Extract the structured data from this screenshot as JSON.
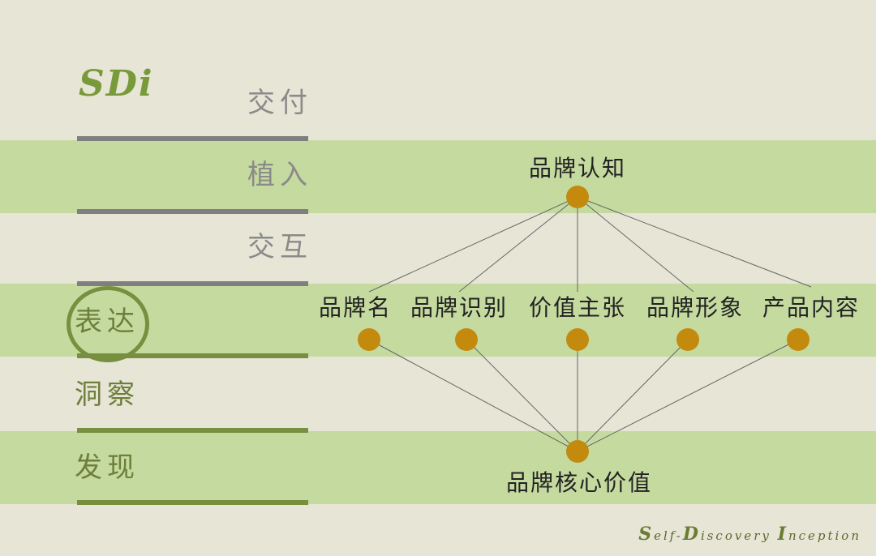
{
  "logo": "SDi",
  "stages": [
    "交付",
    "植入",
    "交互",
    "表达",
    "洞察",
    "发现"
  ],
  "top_node": "品牌认知",
  "middle_nodes": [
    "品牌名",
    "品牌识别",
    "价值主张",
    "品牌形象",
    "产品内容"
  ],
  "bottom_node": "品牌核心价值",
  "footer": {
    "s_cap": "S",
    "s_rest": "elf-",
    "d_cap": "D",
    "d_rest": "iscovery ",
    "i_cap": "I",
    "i_rest": "nception"
  },
  "colors": {
    "background": "#e7e5d6",
    "band": "#c5da9f",
    "node": "#c38a0e",
    "accent_green": "#77903f",
    "gray_rule": "#7f7f7f"
  }
}
